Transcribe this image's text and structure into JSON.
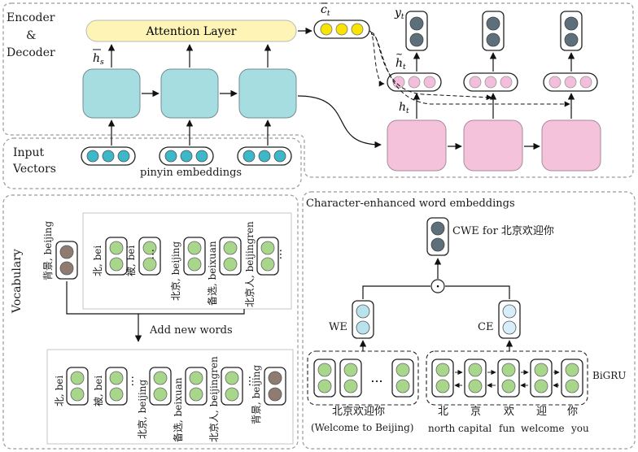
{
  "encoder_decoder": {
    "label_line1": "Encoder",
    "label_amp": "&",
    "label_line2": "Decoder",
    "attention_label": "Attention Layer",
    "c_t": "c",
    "c_t_sub": "t",
    "h_s": "h",
    "h_s_sub": "s",
    "h_t": "h",
    "h_t_sub": "t",
    "h_tilde_t": "h",
    "h_tilde_t_sub": "t",
    "y_t": "y",
    "y_t_sub": "t"
  },
  "input": {
    "label_line1": "Input",
    "label_line2": "Vectors",
    "caption": "pinyin embeddings"
  },
  "vocabulary": {
    "title": "Vocabulary",
    "top_items": [
      "北, bei",
      "被, bei",
      "北京, beijing",
      "备选, beixuan",
      "北京人, beijingren"
    ],
    "new_item": "背景, beijing",
    "ellipsis": "...",
    "add_label": "Add new words",
    "bottom_items": [
      "北, bei",
      "被, bei",
      "北京, beijing",
      "备选, beixuan",
      "北京人, beijingren",
      "背景, beijing"
    ]
  },
  "cwe": {
    "title": "Character-enhanced word embeddings",
    "output_label": "CWE for 北京欢迎你",
    "op_symbol": "·",
    "we_label": "WE",
    "ce_label": "CE",
    "bigru_label": "BiGRU",
    "ellipsis": "...",
    "word": "北京欢迎你",
    "word_translation": "(Welcome to Beijing)",
    "chars": [
      "北",
      "京",
      "欢",
      "迎",
      "你"
    ],
    "char_glosses": [
      "north",
      "capital",
      "fun",
      "welcome",
      "you"
    ]
  },
  "colors": {
    "encoder_cell": "#a6dde0",
    "decoder_cell": "#f5c2dc",
    "attention": "#fdf4b6",
    "context_dot": "#f9e300",
    "input_dot": "#3cb8c9",
    "output_dot": "#5d6f7b",
    "hidden_dot": "#f4bddb",
    "vocab_dot": "#a8d68b",
    "new_word_dot": "#8f7b70",
    "we_dot": "#b8e3ec",
    "ce_dot": "#d7edf9"
  }
}
